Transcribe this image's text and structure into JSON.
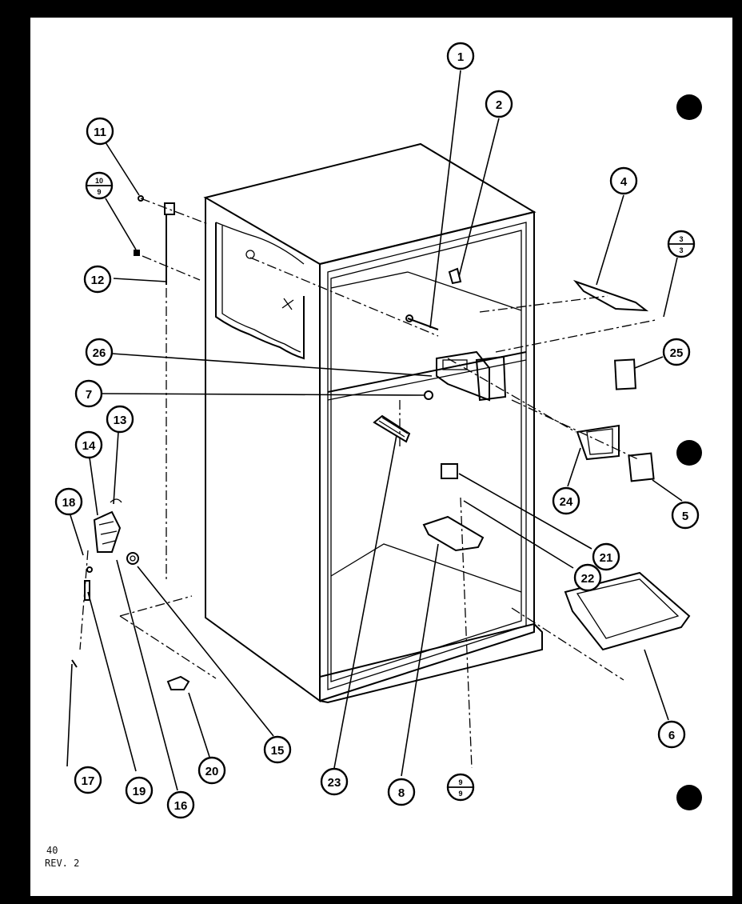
{
  "footer": {
    "page_number": "40",
    "revision": "REV. 2"
  },
  "callouts": [
    {
      "id": "c1",
      "label": "1"
    },
    {
      "id": "c2",
      "label": "2"
    },
    {
      "id": "c4",
      "label": "4"
    },
    {
      "id": "c3",
      "top": "3",
      "bottom": "3"
    },
    {
      "id": "c25",
      "label": "25"
    },
    {
      "id": "c5",
      "label": "5"
    },
    {
      "id": "c24",
      "label": "24"
    },
    {
      "id": "c21",
      "label": "21"
    },
    {
      "id": "c22",
      "label": "22"
    },
    {
      "id": "c6",
      "label": "6"
    },
    {
      "id": "c11",
      "label": "11"
    },
    {
      "id": "c10",
      "top": "10",
      "bottom": "9"
    },
    {
      "id": "c12",
      "label": "12"
    },
    {
      "id": "c26",
      "label": "26"
    },
    {
      "id": "c7",
      "label": "7"
    },
    {
      "id": "c13",
      "label": "13"
    },
    {
      "id": "c14",
      "label": "14"
    },
    {
      "id": "c18",
      "label": "18"
    },
    {
      "id": "c17",
      "label": "17"
    },
    {
      "id": "c19",
      "label": "19"
    },
    {
      "id": "c16",
      "label": "16"
    },
    {
      "id": "c20",
      "label": "20"
    },
    {
      "id": "c15",
      "label": "15"
    },
    {
      "id": "c23",
      "label": "23"
    },
    {
      "id": "c8",
      "label": "8"
    },
    {
      "id": "c9",
      "top": "9",
      "bottom": "9"
    }
  ]
}
